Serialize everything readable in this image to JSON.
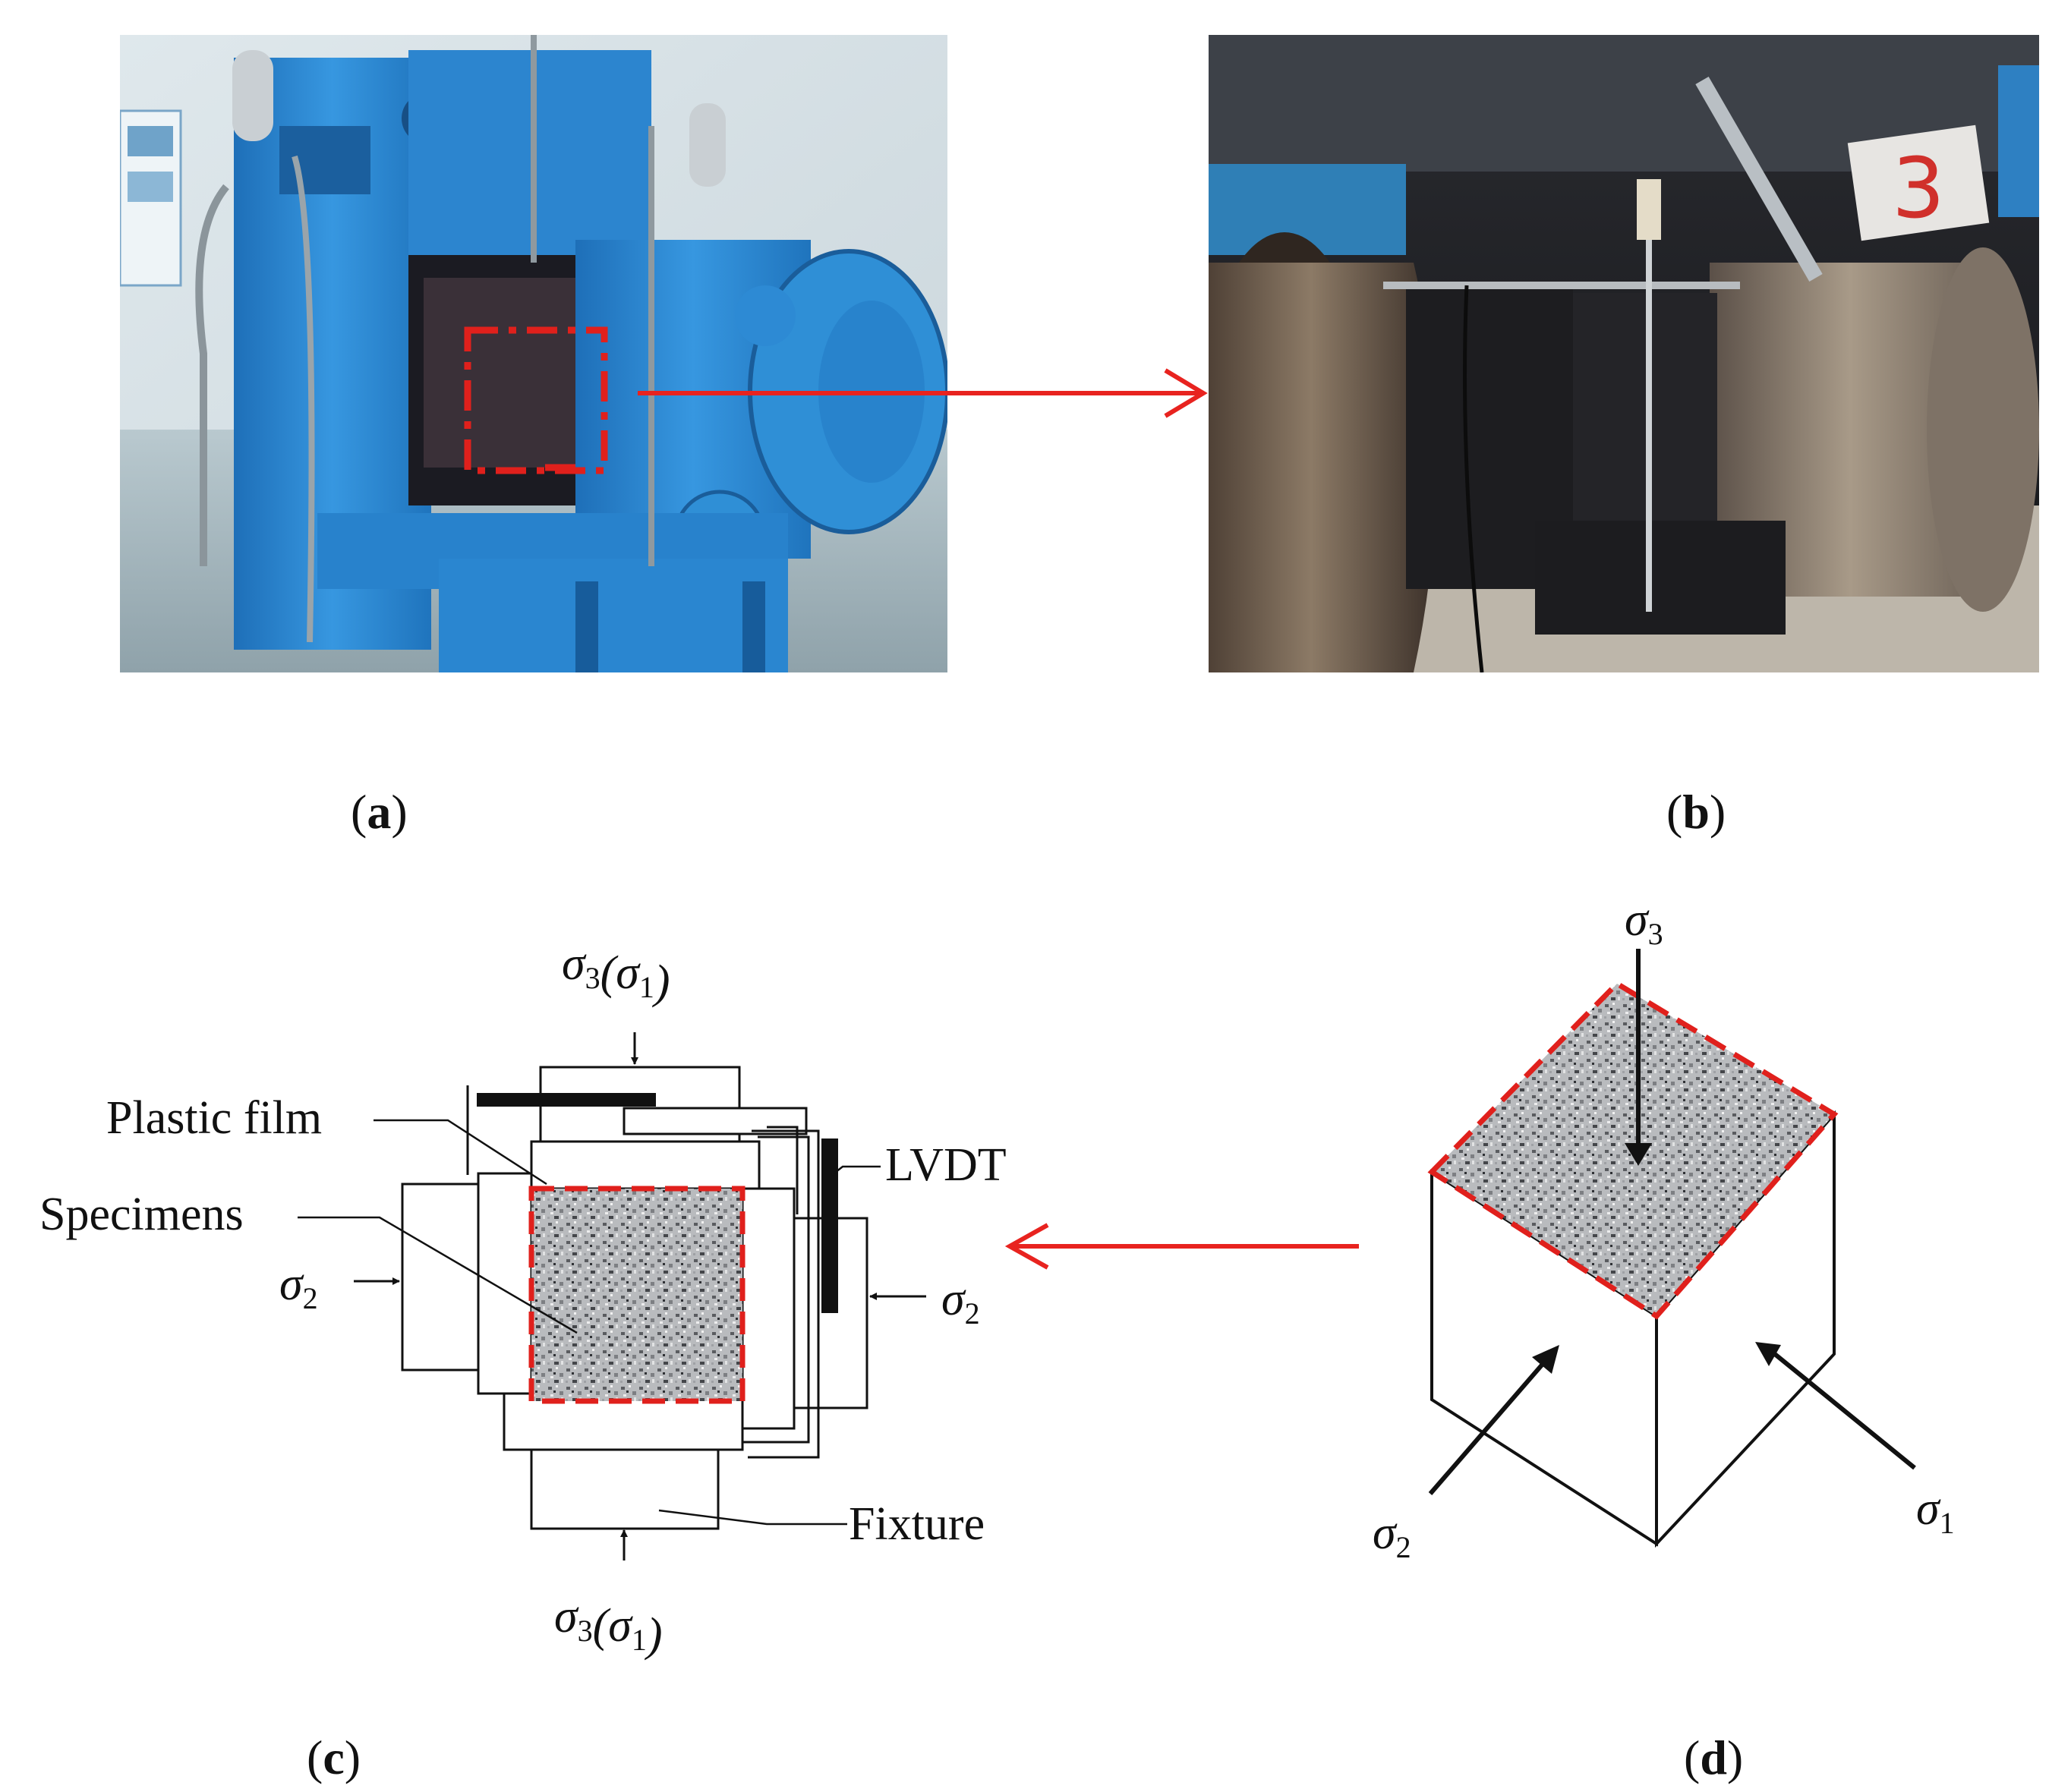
{
  "panels": {
    "a": {
      "label": "a"
    },
    "b": {
      "label": "b",
      "tag": "3"
    },
    "c": {
      "label": "c",
      "top_load": "σ3(σ1)",
      "bottom_load": "σ3(σ1)",
      "left_load": "σ2",
      "right_load": "σ2",
      "plastic_film": "Plastic film",
      "specimens": "Specimens",
      "lvdt": "LVDT",
      "fixture": "Fixture"
    },
    "d": {
      "label": "d",
      "sigma_top": "σ3",
      "sigma_left": "σ2",
      "sigma_right": "σ1"
    }
  },
  "colors": {
    "machine_blue": "#2f8fd6",
    "highlight_red": "#e0201c",
    "arrow_red": "#e8231f"
  }
}
